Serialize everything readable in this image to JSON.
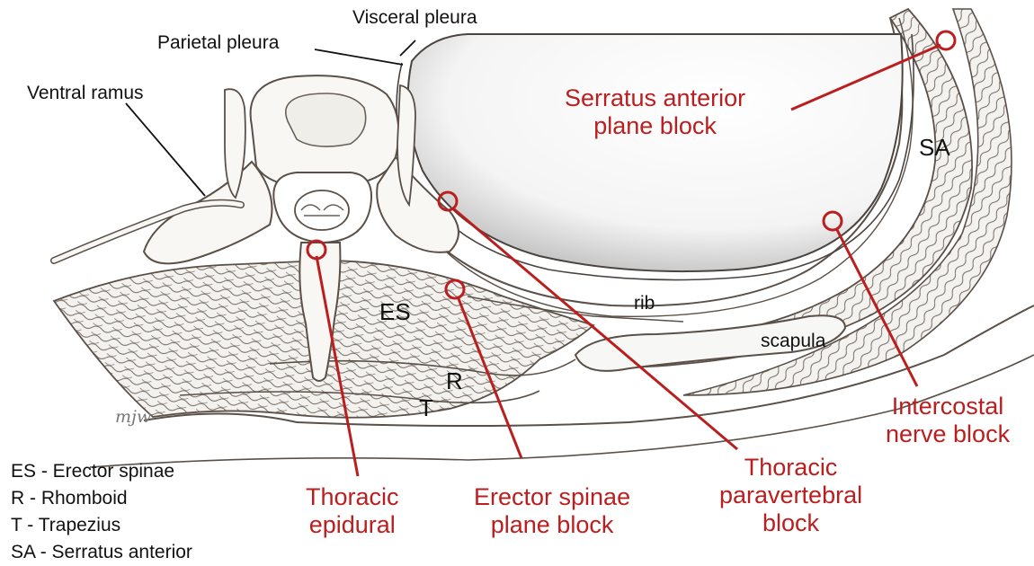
{
  "labels": {
    "visceral_pleura": "Visceral pleura",
    "parietal_pleura": "Parietal pleura",
    "ventral_ramus": "Ventral ramus",
    "es": "ES",
    "r": "R",
    "t": "T",
    "sa": "SA",
    "rib": "rib",
    "scapula": "scapula",
    "signature": "mjw"
  },
  "blocks": {
    "serratus": [
      "Serratus anterior",
      "plane block"
    ],
    "intercostal": [
      "Intercostal",
      "nerve block"
    ],
    "paravertebral": [
      "Thoracic",
      "paravertebral",
      "block"
    ],
    "erector": [
      "Erector spinae",
      "plane block"
    ],
    "epidural": [
      "Thoracic",
      "epidural"
    ]
  },
  "legend": [
    "ES - Erector spinae",
    "R - Rhomboid",
    "T - Trapezius",
    "SA - Serratus anterior"
  ],
  "colors": {
    "annotation": "#bb1e1e",
    "outline": "#5a5048",
    "muscle_fill": "#f3f1ee",
    "lung_shadow": "#c8c8c8"
  }
}
